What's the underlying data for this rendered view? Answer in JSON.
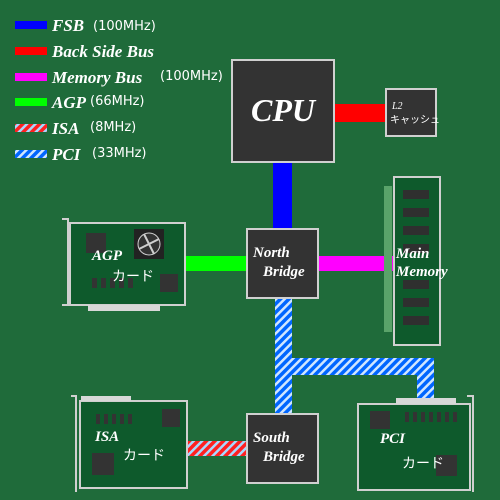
{
  "legend": [
    {
      "label": "FSB",
      "speed": "(100MHz)",
      "color": "#0000ff",
      "pattern": "solid"
    },
    {
      "label": "Back Side Bus",
      "speed": "",
      "color": "#ff0000",
      "pattern": "solid"
    },
    {
      "label": "Memory Bus",
      "speed": "(100MHz)",
      "color": "#ff00ff",
      "pattern": "solid"
    },
    {
      "label": "AGP",
      "speed": "(66MHz)",
      "color": "#00ff00",
      "pattern": "solid"
    },
    {
      "label": "ISA",
      "speed": "(8MHz)",
      "color": "#ff0000",
      "pattern": "hatch-red"
    },
    {
      "label": "PCI",
      "speed": "(33MHz)",
      "color": "#0066ff",
      "pattern": "hatch-blue"
    }
  ],
  "cpu": {
    "label": "CPU"
  },
  "l2": {
    "line1": "L2",
    "line2": "キャッシュ"
  },
  "north_bridge": {
    "line1": "North",
    "line2": "Bridge"
  },
  "south_bridge": {
    "line1": "South",
    "line2": "Bridge"
  },
  "main_memory": {
    "line1": "Main",
    "line2": "Memory"
  },
  "agp_card": {
    "line1": "AGP",
    "line2": "カード"
  },
  "isa_card": {
    "line1": "ISA",
    "line2": "カード"
  },
  "pci_card": {
    "line1": "PCI",
    "line2": "カード"
  },
  "colors": {
    "background": "#1f6b3a",
    "chip": "#333333",
    "card": "#0e5a2c",
    "fsb": "#0000ff",
    "backside": "#ff0000",
    "memory_bus": "#ff00ff",
    "agp": "#00ff00",
    "pci": "#0066ff",
    "isa": "#ff0000"
  }
}
